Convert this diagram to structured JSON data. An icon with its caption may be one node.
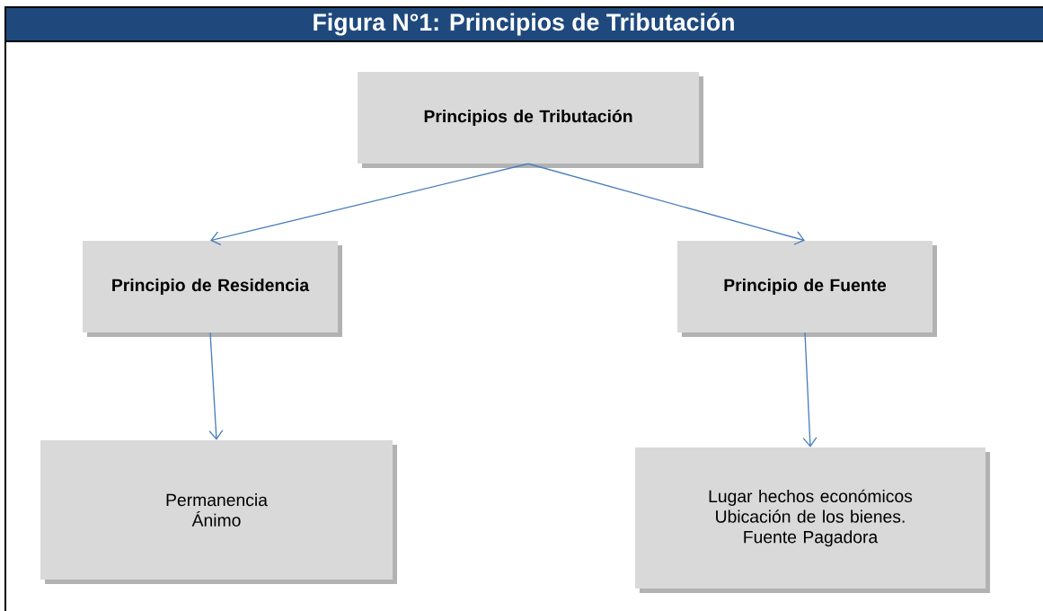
{
  "diagram": {
    "title": "Figura N°1: Principios de Tributación",
    "nodes": [
      {
        "text": [
          "Principios de Tributación"
        ]
      },
      {
        "text": [
          "Principio de Residencia"
        ]
      },
      {
        "text": [
          "Principio de Fuente"
        ]
      },
      {
        "text": [
          "Permanencia",
          "Ánimo"
        ]
      },
      {
        "text": [
          "Lugar hechos económicos",
          "Ubicación de los bienes.",
          "Fuente Pagadora"
        ]
      }
    ],
    "edges": [
      {
        "from": 0,
        "to": 1,
        "arrow": "to"
      },
      {
        "from": 0,
        "to": 2,
        "arrow": "to"
      },
      {
        "from": 1,
        "to": 3,
        "arrow": "to"
      },
      {
        "from": 2,
        "to": 4,
        "arrow": "to"
      }
    ]
  }
}
